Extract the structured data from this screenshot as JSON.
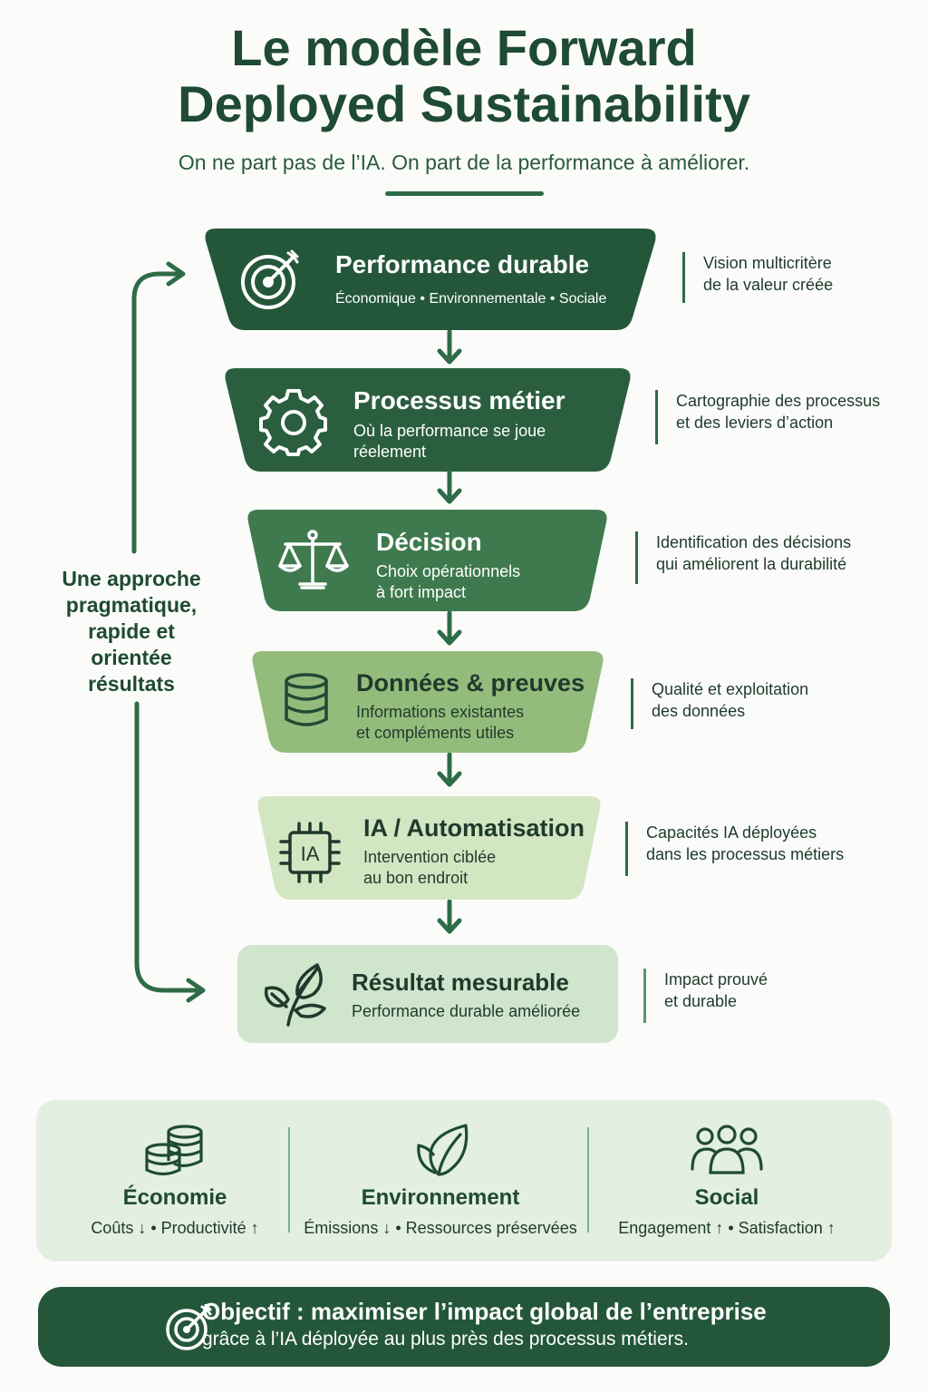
{
  "header": {
    "title_line1": "Le modèle Forward",
    "title_line2": "Deployed Sustainability",
    "subtitle": "On ne part pas de l’IA. On part de la performance à améliorer."
  },
  "steps": [
    {
      "title": "Performance durable",
      "subtitle": "Économique • Environnementale • Sociale",
      "note": "Vision multicritère\nde la valeur créée",
      "icon": "target-icon",
      "color": "#24573a"
    },
    {
      "title": "Processus métier",
      "subtitle": "Où la performance se joue\nréelement",
      "note": "Cartographie des processus\net des leviers d’action",
      "icon": "gear-icon",
      "color": "#2b5e3f"
    },
    {
      "title": "Décision",
      "subtitle": "Choix opérationnels\nà fort impact",
      "note": "Identification des décisions\nqui améliorent la durabilité",
      "icon": "scales-icon",
      "color": "#3e7a4e"
    },
    {
      "title": "Données & preuves",
      "subtitle": "Informations existantes\net compléments utiles",
      "note": "Qualité et exploitation\ndes données",
      "icon": "database-icon",
      "color": "#93bb7c"
    },
    {
      "title": "IA / Automatisation",
      "subtitle": "Intervention ciblée\nau bon endroit",
      "note": "Capacités IA déployées\ndans les processus métiers",
      "icon": "ai-chip-icon",
      "color": "#d2e6c2"
    },
    {
      "title": "Résultat mesurable",
      "subtitle": "Performance durable améliorée",
      "note": "Impact prouvé\net durable",
      "icon": "leaf-branch-icon",
      "color": "#cfe5cc"
    }
  ],
  "side_label": "Une approche\npragmatique,\nrapide et\norientée\nrésultats",
  "pillars": [
    {
      "title": "Économie",
      "subtitle": "Coûts ↓ • Productivité ↑",
      "icon": "coins-icon"
    },
    {
      "title": "Environnement",
      "subtitle": "Émissions ↓ • Ressources préservées",
      "icon": "leaf-icon"
    },
    {
      "title": "Social",
      "subtitle": "Engagement ↑ • Satisfaction ↑",
      "icon": "people-icon"
    }
  ],
  "objective": {
    "title": "Objectif : maximiser l’impact global de l’entreprise",
    "subtitle": "grâce à l’IA déployée au plus près des processus métiers.",
    "icon": "target-icon"
  },
  "chip_label": "IA",
  "colors": {
    "dark_green": "#24573a",
    "accent_line": "#2e6b47",
    "pillar_bg": "#e3efe1"
  }
}
